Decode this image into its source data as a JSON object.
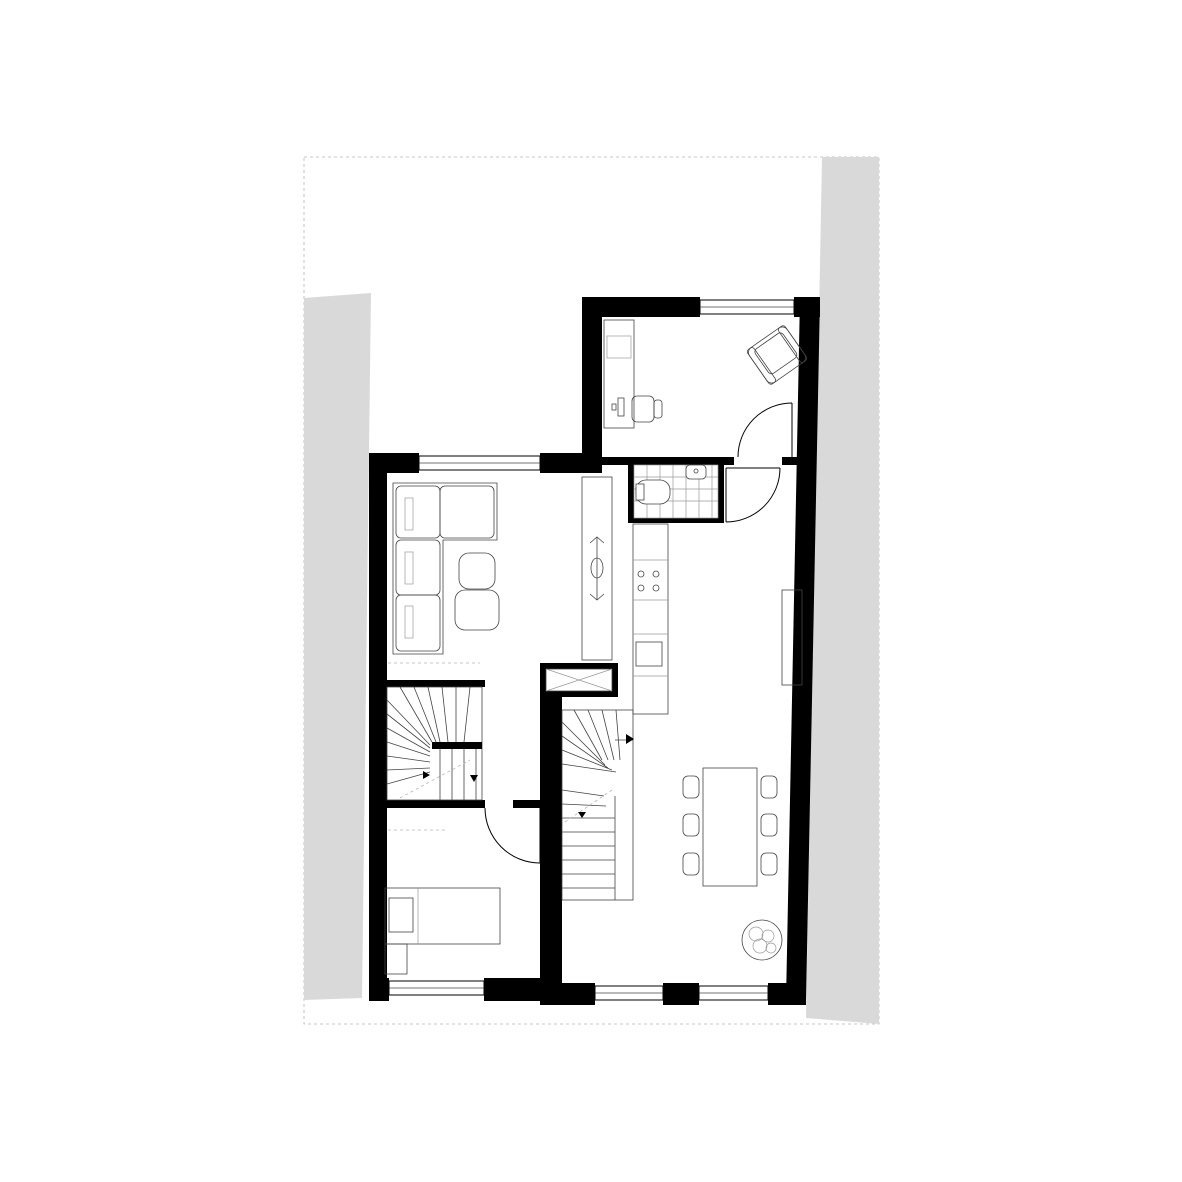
{
  "drawing": {
    "type": "floor-plan",
    "stairs": 2,
    "dining_chairs": 6
  },
  "colors": {
    "background": "#ffffff",
    "walls": "#000000",
    "neighbouring_buildings": "#d9d9d9",
    "fixtures": "#444444",
    "site_boundary": "#b5b5b5"
  }
}
